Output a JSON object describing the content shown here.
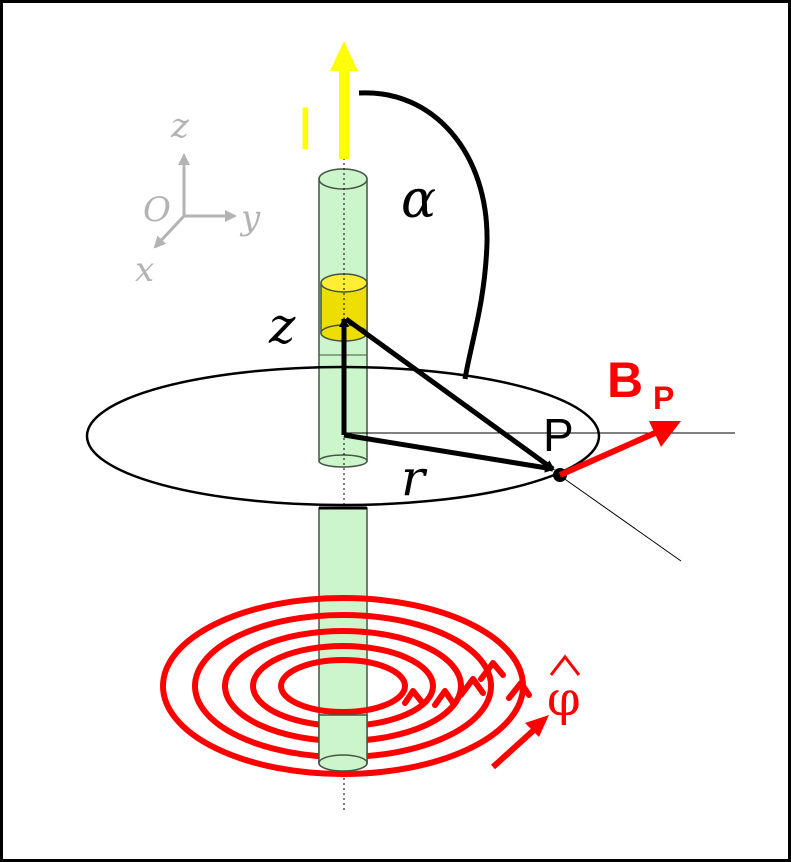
{
  "labels": {
    "current": "I",
    "alpha": "α",
    "z_pos": "z",
    "r": "r",
    "point": "P",
    "b_main": "B",
    "b_sub": "P",
    "phi_hat": "φ"
  },
  "axes": {
    "z": "z",
    "y": "y",
    "x": "x",
    "origin": "O"
  },
  "colors": {
    "wire_fill": "#ccf5cc",
    "wire_stroke": "#445544",
    "element_fill": "#eedd00",
    "current": "#ffff00",
    "field": "#ff0000",
    "axes_gray": "#b3b3b3",
    "ink": "#000000"
  }
}
